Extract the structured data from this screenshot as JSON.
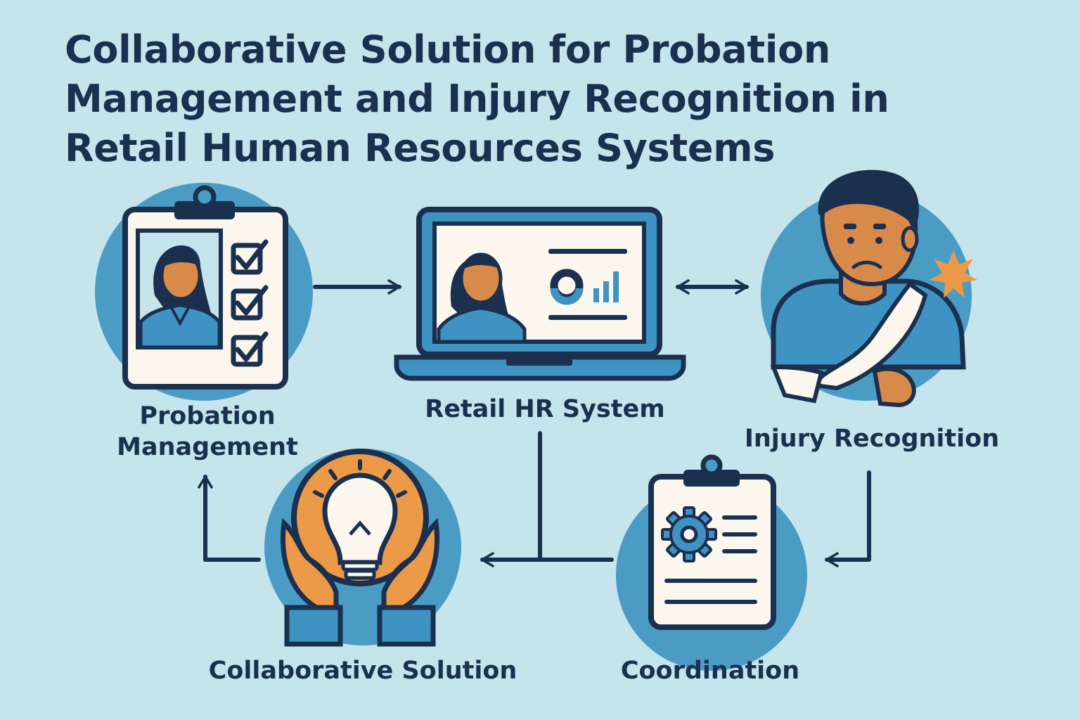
{
  "title": {
    "line1": "Collaborative Solution for Probation",
    "line2": "Management and Injury Recognition in",
    "line3": "Retail Human Resources Systems"
  },
  "nodes": {
    "probation": {
      "label_line1": "Probation",
      "label_line2": "Management",
      "icon": "clipboard-checklist-icon"
    },
    "hr_system": {
      "label": "Retail HR System",
      "icon": "laptop-dashboard-icon"
    },
    "injury": {
      "label": "Injury Recognition",
      "icon": "injured-person-sling-icon"
    },
    "coordination": {
      "label": "Coordination",
      "icon": "clipboard-gear-icon"
    },
    "collaborative": {
      "label": "Collaborative Solution",
      "icon": "hands-lightbulb-icon"
    }
  },
  "colors": {
    "background": "#c6e4ec",
    "ink": "#1b2f4e",
    "circle": "#4a9cc4",
    "blue": "#3f93c3",
    "skin": "#d88a4a",
    "orange": "#ec9a48",
    "paper": "#fbf7ee"
  }
}
